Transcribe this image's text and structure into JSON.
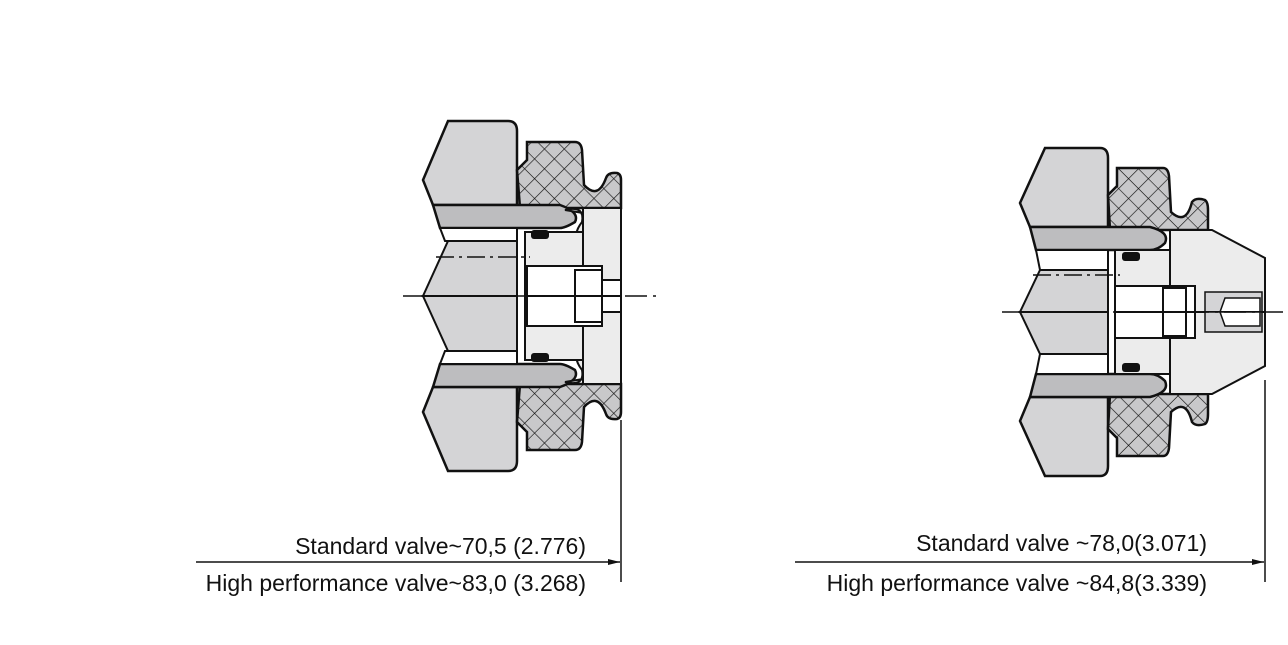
{
  "left": {
    "standard_label": "Standard valve~70,5 (2.776)",
    "high_perf_label": "High performance valve~83,0 (3.268)"
  },
  "right": {
    "standard_label": "Standard valve ~78,0(3.071)",
    "high_perf_label": "High performance valve ~84,8(3.339)"
  },
  "colors": {
    "body": "#d4d4d6",
    "tube": "#bdbdbf",
    "valve": "#ececec",
    "nut": "#c8c8ca",
    "line": "#111111"
  }
}
